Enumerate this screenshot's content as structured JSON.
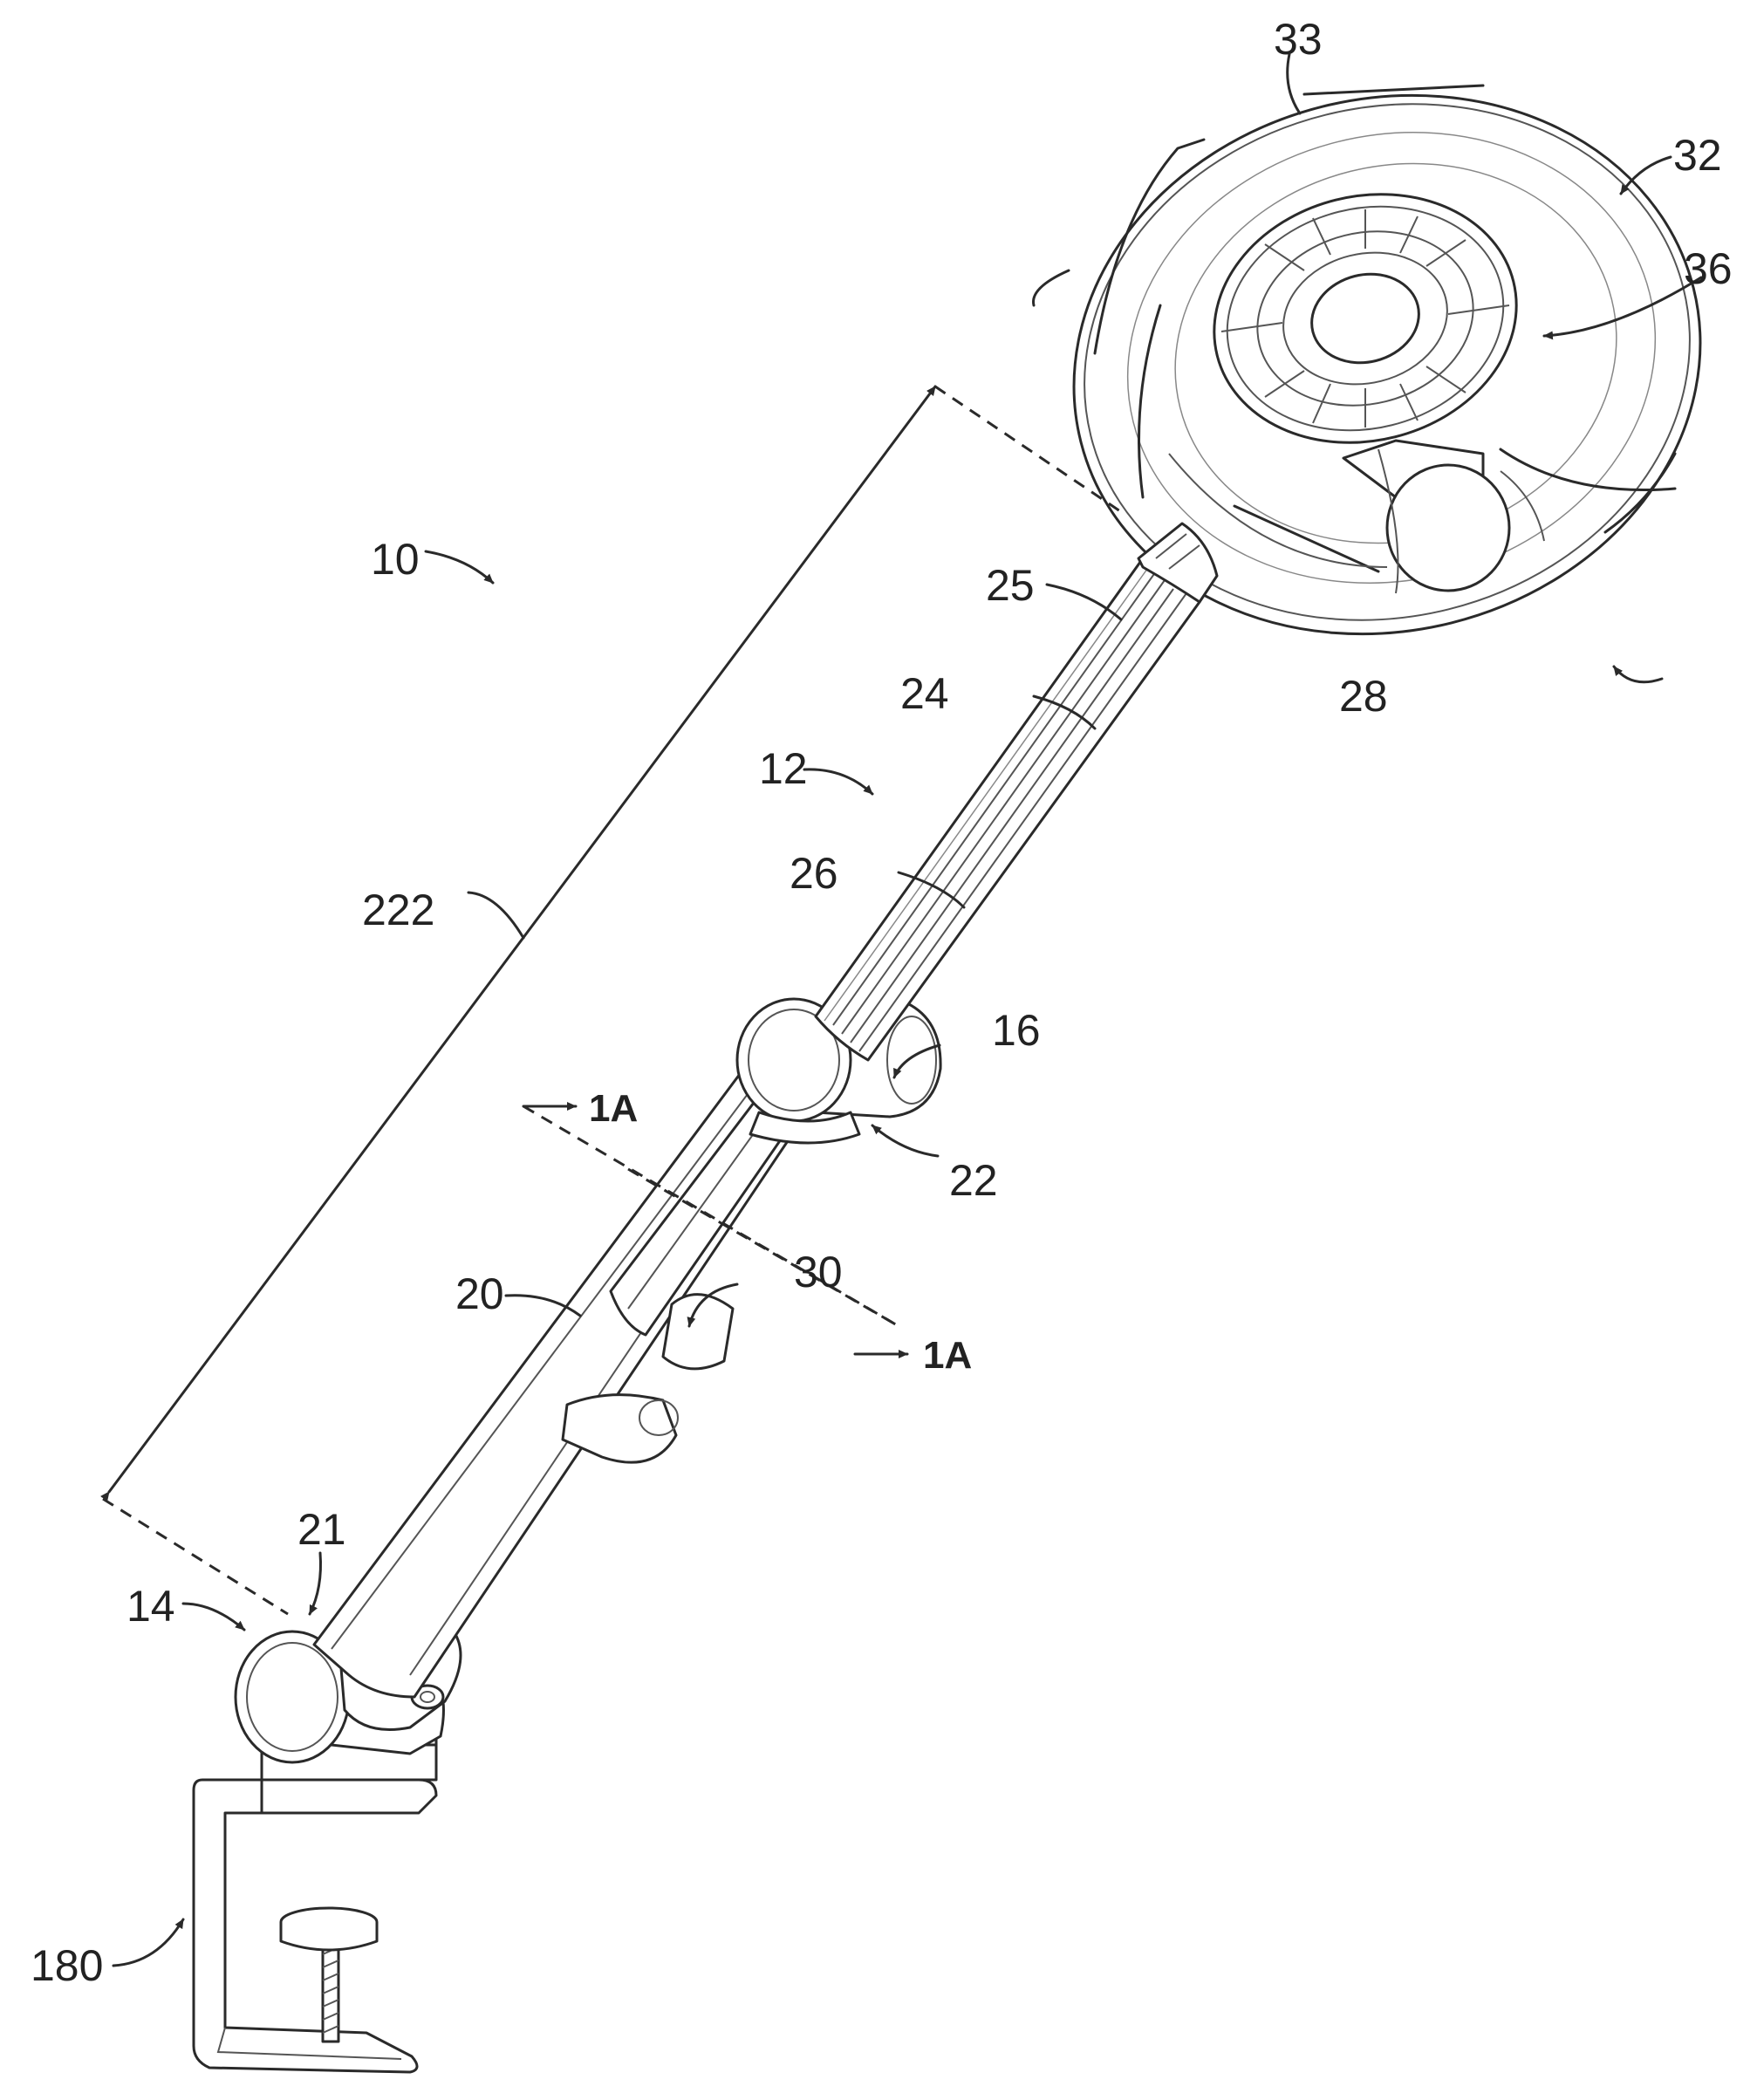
{
  "figure": {
    "labels": {
      "ref_10": "10",
      "ref_12": "12",
      "ref_14": "14",
      "ref_16": "16",
      "ref_20": "20",
      "ref_21": "21",
      "ref_22": "22",
      "ref_24": "24",
      "ref_25": "25",
      "ref_26": "26",
      "ref_28": "28",
      "ref_30": "30",
      "ref_32": "32",
      "ref_33": "33",
      "ref_36": "36",
      "ref_180": "180",
      "ref_222": "222",
      "section_upper": "1A",
      "section_lower": "1A"
    }
  }
}
